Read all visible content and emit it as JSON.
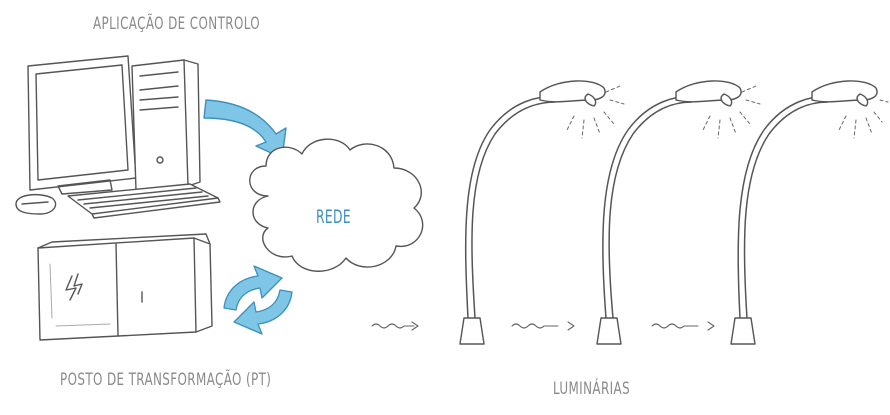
{
  "labels": {
    "control_app": "APLICAÇÃO DE CONTROLO",
    "network": "REDE",
    "transformer": "POSTO DE TRANSFORMAÇÃO (PT)",
    "luminaires": "LUMINÁRIAS"
  },
  "colors": {
    "ink": "#555555",
    "label": "#8a8a8a",
    "accent_blue": "#3c8fbe",
    "arrow_fill": "#7fc6e6"
  },
  "icons": [
    "computer-icon",
    "cloud-icon",
    "transformer-icon",
    "streetlamp-icon",
    "signal-wave-icon",
    "curved-arrow-icon",
    "sync-arrows-icon"
  ]
}
